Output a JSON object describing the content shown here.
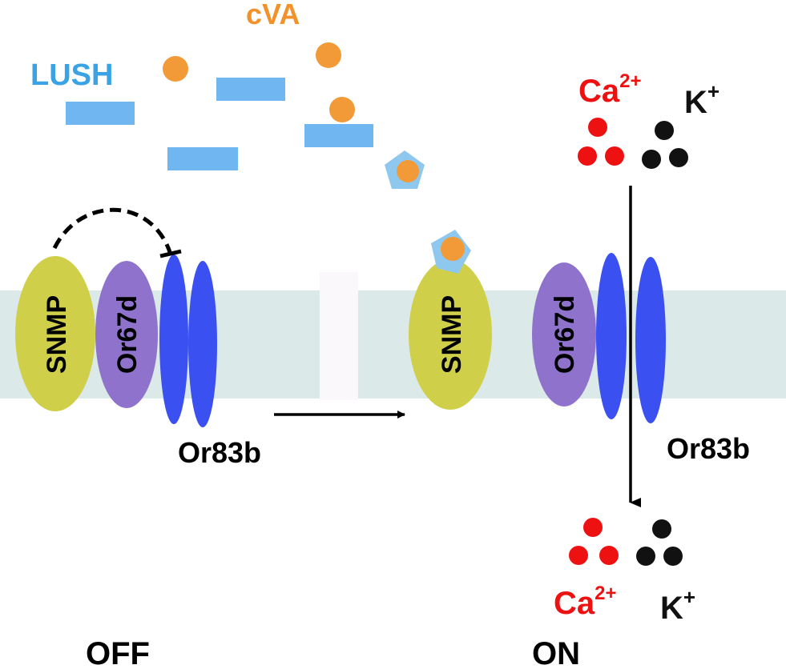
{
  "labels": {
    "lush": "LUSH",
    "cva": "cVA",
    "snmp": "SNMP",
    "or67d": "Or67d",
    "or83b": "Or83b",
    "ca": "Ca",
    "ca_charge": "2+",
    "k": "K",
    "k_charge": "+",
    "off": "OFF",
    "on": "ON"
  },
  "colors": {
    "lush": "#70b6f0",
    "cva": "#f29a38",
    "lush_text": "#3aa3e6",
    "cva_text": "#f2922a",
    "membrane": "#dbe9e8",
    "snmp": "#cfcf4a",
    "or67d": "#8f72cc",
    "or83b": "#3b50f0",
    "calcium": "#ee1111",
    "potassium": "#111111",
    "complex_outline": "#8ec8ee"
  }
}
